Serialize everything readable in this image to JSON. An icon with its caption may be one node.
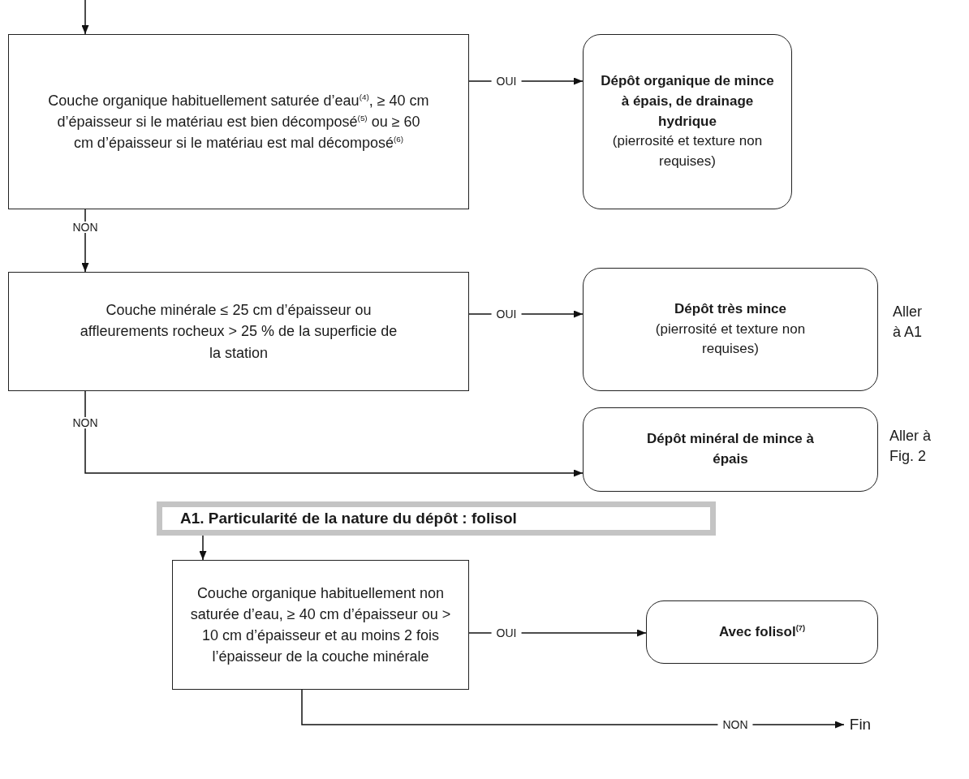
{
  "diagram": {
    "nodes": [
      {
        "text": [
          "Couche organique habituellement saturée d’eau$^{(4)}$, ≥ 40 cm d’épaisseur si le matériau est bien décomposé$^{(5)}$ ou ≥ 60 cm d’épaisseur si le matériau est mal décomposé$^{(6)}$"
        ]
      },
      {
        "text": [
          "Dépôt organique de mince à épais, de drainage hydrique",
          "(pierrosité et texture non requises)"
        ]
      },
      {
        "text": [
          "Couche minérale ≤  25 cm d’épaisseur ou affleurements rocheux > 25 % de la superficie de la station"
        ]
      },
      {
        "text": [
          "Dépôt très mince",
          "(pierrosité et texture non requises)"
        ],
        "beside": [
          "Aller à A1"
        ]
      },
      {
        "text": [
          "Dépôt minéral de mince à épais"
        ],
        "beside": [
          "Aller à Fig. 2"
        ]
      },
      {
        "text": [
          "A1. Particularité de la nature du dépôt : folisol"
        ]
      },
      {
        "text": [
          "Couche organique habituellement non saturée d’eau, ≥ 40 cm d’épaisseur ou > 10 cm d’épaisseur et au moins 2 fois l’épaisseur de la couche minérale"
        ]
      },
      {
        "text": [
          "Avec folisol$^{(7)}$"
        ]
      },
      {
        "text": [
          "Fin"
        ]
      }
    ],
    "edges": [
      {
        "from": null,
        "to": 0,
        "arrow": "to"
      },
      {
        "from": 0,
        "to": 1,
        "arrow": "to",
        "label": "OUI"
      },
      {
        "from": 0,
        "to": 2,
        "arrow": "to",
        "label": "NON"
      },
      {
        "from": 2,
        "to": 3,
        "arrow": "to",
        "label": "OUI"
      },
      {
        "from": 2,
        "to": 4,
        "arrow": "to",
        "label": "NON"
      },
      {
        "from": 5,
        "to": 6,
        "arrow": "to"
      },
      {
        "from": 6,
        "to": 7,
        "arrow": "to",
        "label": "OUI"
      },
      {
        "from": 6,
        "to": 8,
        "arrow": "to",
        "label": "NON"
      }
    ]
  }
}
